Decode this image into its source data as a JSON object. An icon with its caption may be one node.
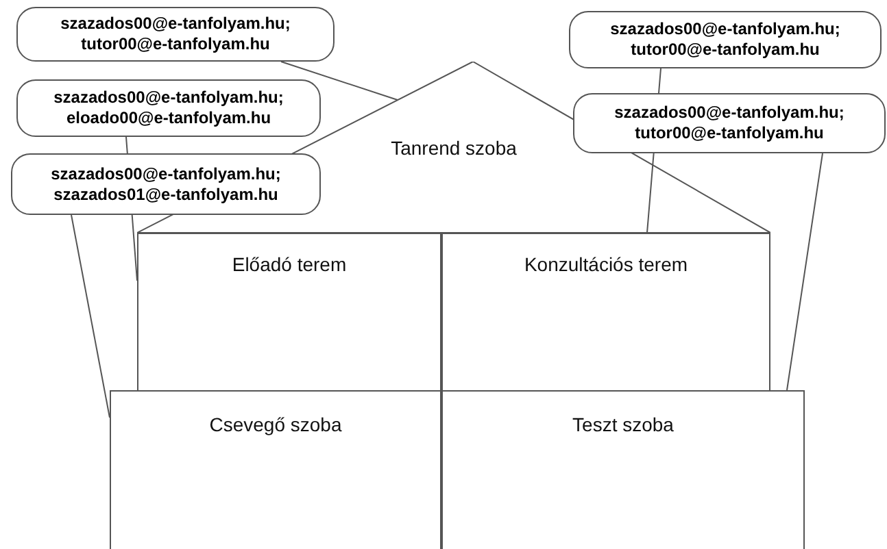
{
  "diagram": {
    "nodes": [
      {
        "text": [
          "szazados00@e-tanfolyam.hu; tutor00@e-tanfolyam.hu"
        ]
      },
      {
        "text": [
          "szazados00@e-tanfolyam.hu; tutor00@e-tanfolyam.hu"
        ]
      },
      {
        "text": [
          "szazados00@e-tanfolyam.hu; eloado00@e-tanfolyam.hu"
        ]
      },
      {
        "text": [
          "szazados00@e-tanfolyam.hu; tutor00@e-tanfolyam.hu"
        ]
      },
      {
        "text": [
          "Tanrend szoba"
        ]
      },
      {
        "text": [
          "szazados00@e-tanfolyam.hu; szazados01@e-tanfolyam.hu"
        ]
      },
      {
        "text": [
          "Előadó terem"
        ]
      },
      {
        "text": [
          "Konzultációs terem"
        ]
      },
      {
        "text": [
          "Csevegő szoba"
        ]
      },
      {
        "text": [
          "Teszt szoba"
        ]
      }
    ],
    "edges": [
      {
        "from": 0,
        "to": 4,
        "arrow": "none"
      },
      {
        "from": 1,
        "to": 7,
        "arrow": "none"
      },
      {
        "from": 2,
        "to": 6,
        "arrow": "none"
      },
      {
        "from": 3,
        "to": 9,
        "arrow": "none"
      },
      {
        "from": 5,
        "to": 8,
        "arrow": "none"
      }
    ]
  }
}
